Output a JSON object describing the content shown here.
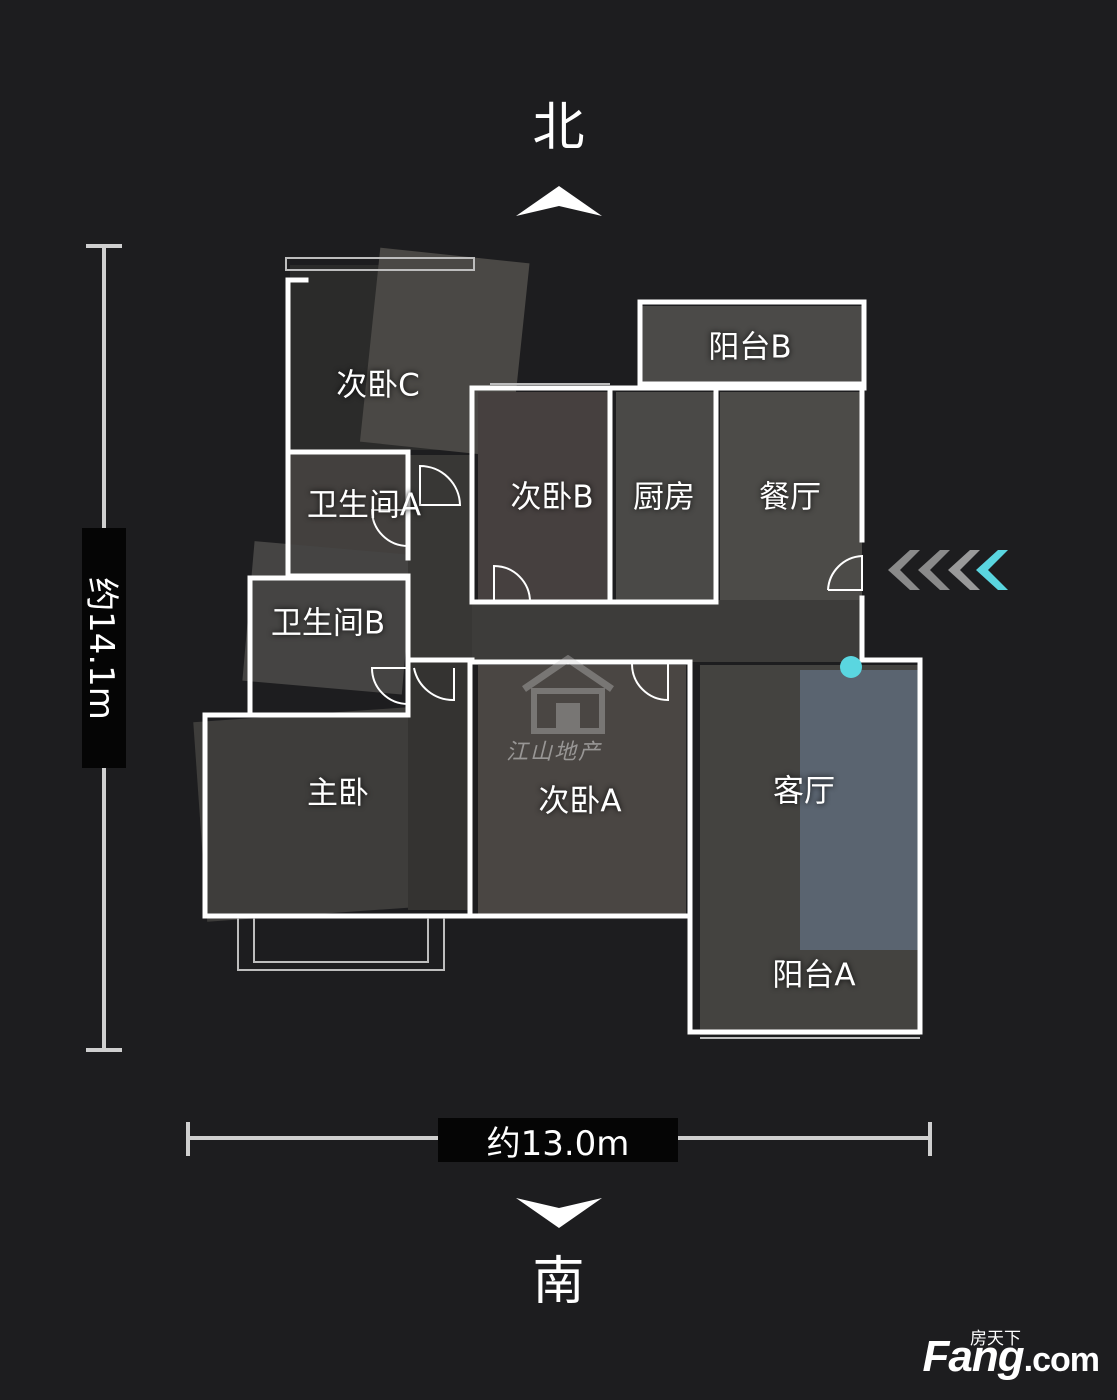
{
  "compass": {
    "north": "北",
    "south": "南"
  },
  "dimensions": {
    "width": "约13.0m",
    "height": "约14.1m"
  },
  "rooms": {
    "bedroom_c": "次卧C",
    "balcony_b": "阳台B",
    "bathroom_a": "卫生间A",
    "bedroom_b": "次卧B",
    "kitchen": "厨房",
    "dining": "餐厅",
    "bathroom_b": "卫生间B",
    "master_bedroom": "主卧",
    "bedroom_a": "次卧A",
    "living_room": "客厅",
    "balcony_a": "阳台A"
  },
  "watermark": {
    "text": "江山地产"
  },
  "logo": {
    "top": "房天下",
    "main": "Fang",
    "suffix": ".com"
  },
  "colors": {
    "background": "#1d1d1f",
    "wall": "#ffffff",
    "accent": "#5ad6e0",
    "floor_photo": "#3a3a38"
  },
  "icons": [
    "north-arrow-icon",
    "south-arrow-icon",
    "view-direction-arrows-icon",
    "location-marker-icon",
    "house-watermark-icon"
  ]
}
